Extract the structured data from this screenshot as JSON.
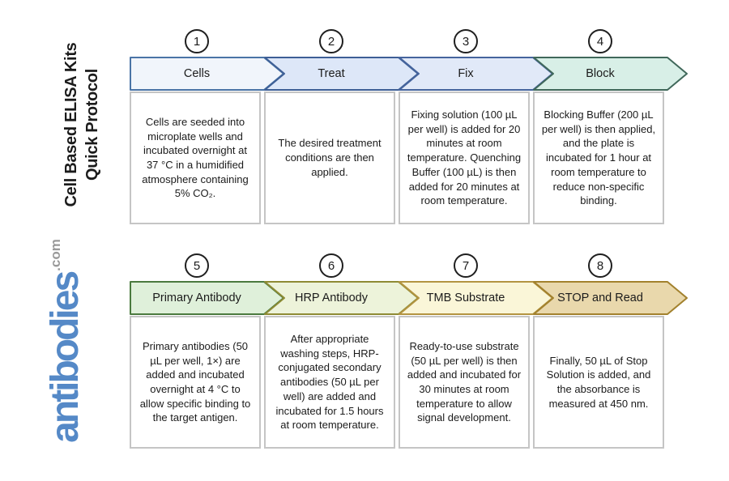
{
  "page": {
    "title_line1": "Cell Based ELISA Kits",
    "title_line2": "Quick Protocol",
    "brand": "antibodies",
    "brand_tld": ".com",
    "brand_color": "#5589c7",
    "box_border_color": "#c5c5c5"
  },
  "steps": [
    {
      "number": "1",
      "label": "Cells",
      "description": "Cells are seeded into microplate wells and incubated overnight at 37 °C in a humidified atmosphere containing 5% CO₂.",
      "fill": "#f1f5fb",
      "stroke": "#4a74a6"
    },
    {
      "number": "2",
      "label": "Treat",
      "description": "The desired treatment conditions are then applied.",
      "fill": "#dde7f8",
      "stroke": "#3e5f96"
    },
    {
      "number": "3",
      "label": "Fix",
      "description": "Fixing solution (100 µL per well) is added for 20 minutes at room temperature. Quenching Buffer (100 µL) is then added for 20 minutes at room temperature.",
      "fill": "#e1e9f8",
      "stroke": "#45649d"
    },
    {
      "number": "4",
      "label": "Block",
      "description": "Blocking Buffer (200 µL per well) is then applied, and the plate is incubated for 1 hour at room temperature to reduce non-specific binding.",
      "fill": "#d8efe7",
      "stroke": "#40685a"
    },
    {
      "number": "5",
      "label": "Primary Antibody",
      "description": "Primary antibodies (50 µL per well, 1×) are added and incubated overnight at 4 °C to allow specific binding to the target antigen.",
      "fill": "#dff0da",
      "stroke": "#4a7a3e"
    },
    {
      "number": "6",
      "label": "HRP Antibody",
      "description": "After appropriate washing steps, HRP-conjugated secondary antibodies (50 µL per well) are added and incubated for 1.5 hours at room temperature.",
      "fill": "#edf3da",
      "stroke": "#8e8b34"
    },
    {
      "number": "7",
      "label": "TMB Substrate",
      "description": "Ready-to-use substrate (50 µL per well) is then added and incubated for 30 minutes at room temperature to allow signal development.",
      "fill": "#faf6d8",
      "stroke": "#b39441"
    },
    {
      "number": "8",
      "label": "STOP and Read",
      "description": "Finally, 50 µL of Stop Solution is added, and the absorbance is measured at 450 nm.",
      "fill": "#e9d8ac",
      "stroke": "#a2812d"
    }
  ]
}
